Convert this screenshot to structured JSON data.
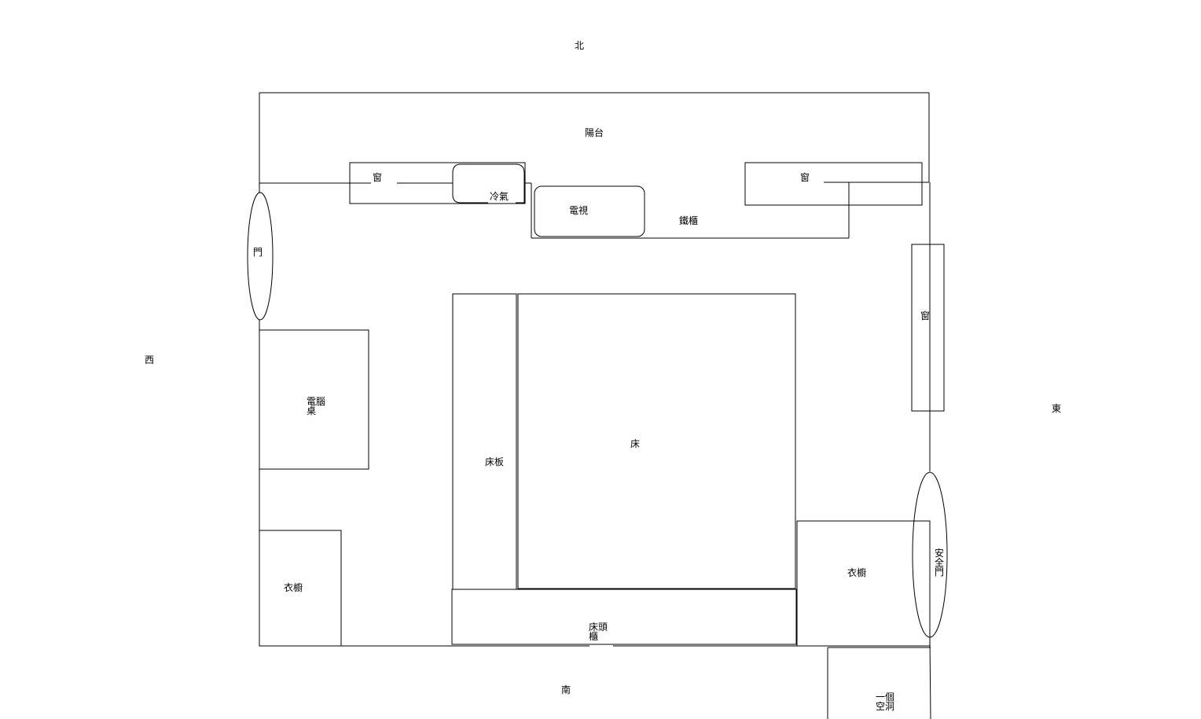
{
  "compass": {
    "north": "北",
    "south": "南",
    "east": "東",
    "west": "西"
  },
  "rooms": {
    "balcony": "陽台",
    "window_left": "窗",
    "window_right": "窗",
    "window_east": "窗",
    "aircon": "冷氣",
    "tv": "電視",
    "iron_cabinet": "鐵櫃",
    "door": "門",
    "computer_desk": [
      "電腦",
      "桌"
    ],
    "headboard": "床板",
    "bed": "床",
    "wardrobe_left": "衣櫥",
    "wardrobe_right": "衣櫥",
    "bedside_cabinet": [
      "床頭",
      "櫃"
    ],
    "safety_door": [
      "安",
      "全",
      "門"
    ],
    "void": [
      "一個",
      "空洞"
    ]
  }
}
